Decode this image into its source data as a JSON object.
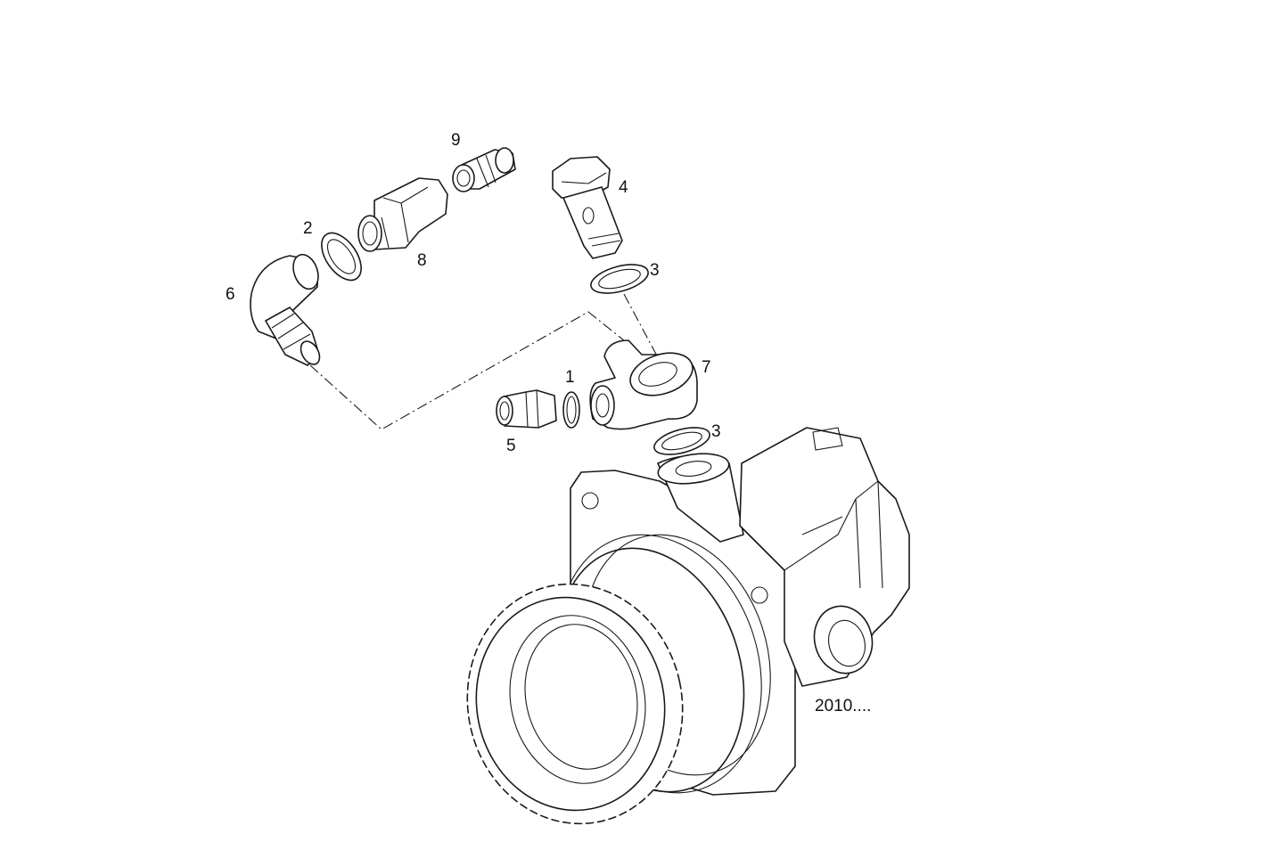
{
  "diagram": {
    "callouts": {
      "c1": "1",
      "c2": "2",
      "c3a": "3",
      "c3b": "3",
      "c4": "4",
      "c5": "5",
      "c6": "6",
      "c7": "7",
      "c8": "8",
      "c9": "9"
    },
    "reference_label": "2010...."
  }
}
